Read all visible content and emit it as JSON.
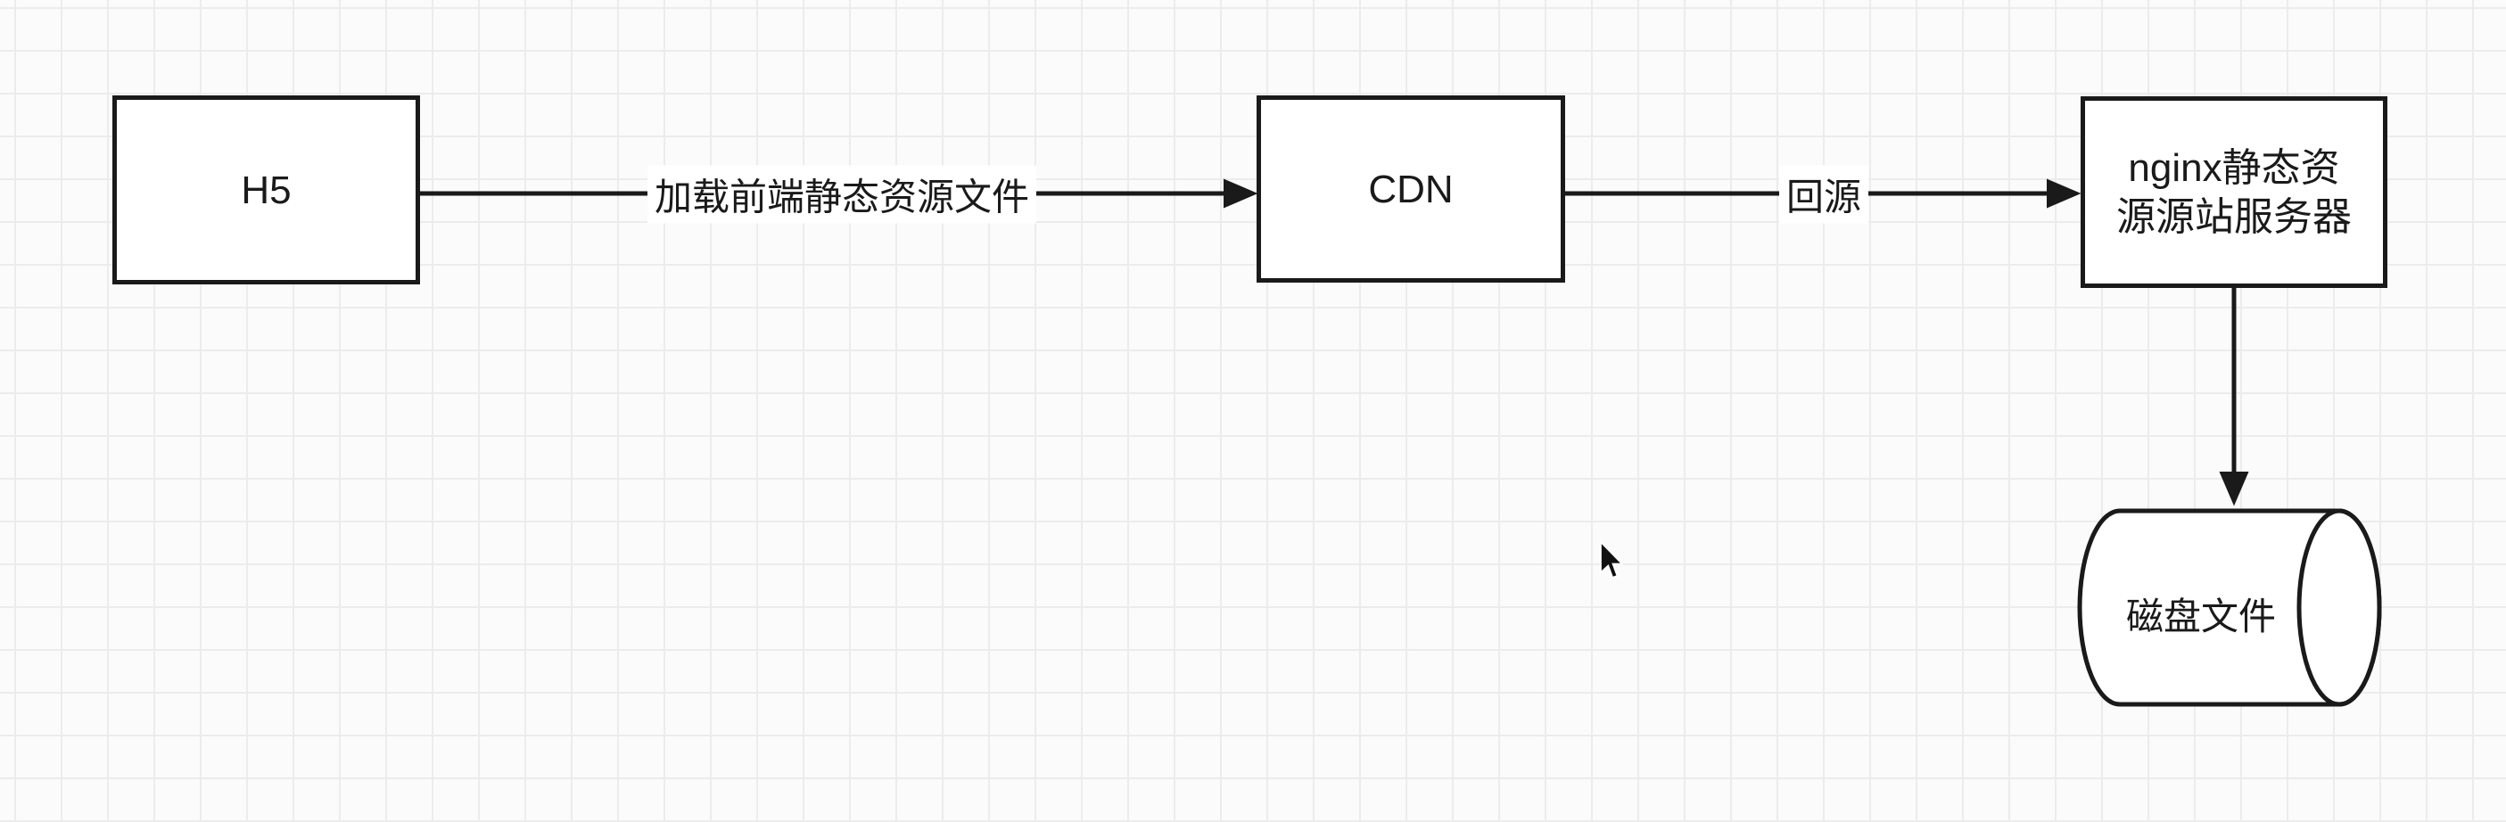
{
  "diagram": {
    "nodes": {
      "h5": {
        "shape": "rectangle",
        "label": "H5"
      },
      "cdn": {
        "shape": "rectangle",
        "label": "CDN"
      },
      "nginx": {
        "shape": "rectangle",
        "label": "nginx静态资源源站服务器",
        "label_lines": [
          "nginx静态资",
          "源源站服务器"
        ]
      },
      "disk": {
        "shape": "cylinder-horizontal",
        "label": "磁盘文件"
      }
    },
    "edges": [
      {
        "from": "h5",
        "to": "cdn",
        "direction": "right",
        "label": "加载前端静态资源文件"
      },
      {
        "from": "cdn",
        "to": "nginx",
        "direction": "right",
        "label": "回源"
      },
      {
        "from": "nginx",
        "to": "disk",
        "direction": "down"
      }
    ]
  },
  "colors": {
    "background": "#fbfbfb",
    "grid_line": "#ececec",
    "stroke": "#1a1a1a",
    "node_fill": "#ffffff",
    "text": "#1a1a1a"
  },
  "icons": {
    "mouse_cursor": "arrow-pointer"
  }
}
